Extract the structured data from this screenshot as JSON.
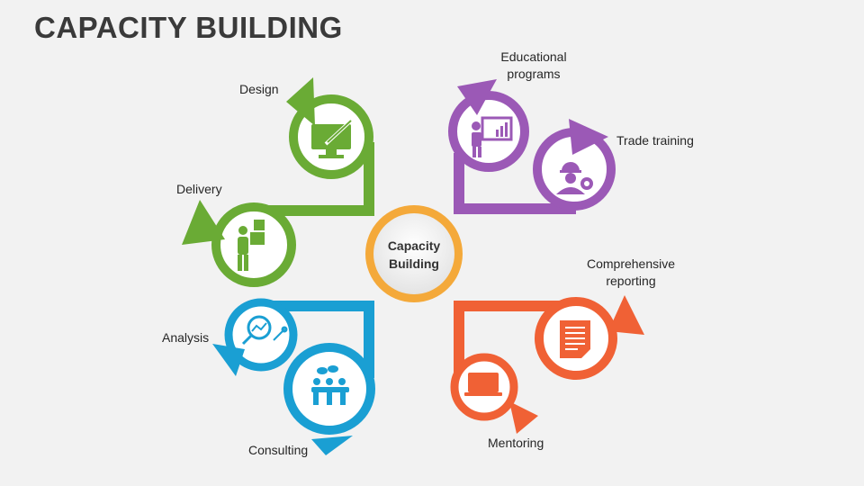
{
  "slide": {
    "title": "CAPACITY BUILDING",
    "center_label": "Capacity\nBuilding"
  },
  "colors": {
    "green": "#6aab35",
    "purple": "#9b59b6",
    "blue": "#1a9fd3",
    "orange": "#f06135",
    "center_ring": "#f4a93a",
    "title": "#3a3a3a"
  },
  "items": [
    {
      "label": "Design",
      "icon": "paintbrush-monitor-icon",
      "color": "green"
    },
    {
      "label": "Delivery",
      "icon": "delivery-person-icon",
      "color": "green"
    },
    {
      "label": "Educational\nprograms",
      "icon": "presentation-teacher-icon",
      "color": "purple"
    },
    {
      "label": "Trade training",
      "icon": "worker-gear-icon",
      "color": "purple"
    },
    {
      "label": "Analysis",
      "icon": "magnifier-chart-icon",
      "color": "blue"
    },
    {
      "label": "Consulting",
      "icon": "meeting-table-icon",
      "color": "blue"
    },
    {
      "label": "Comprehensive\nreporting",
      "icon": "report-document-icon",
      "color": "orange"
    },
    {
      "label": "Mentoring",
      "icon": "laptop-icon",
      "color": "orange"
    }
  ]
}
